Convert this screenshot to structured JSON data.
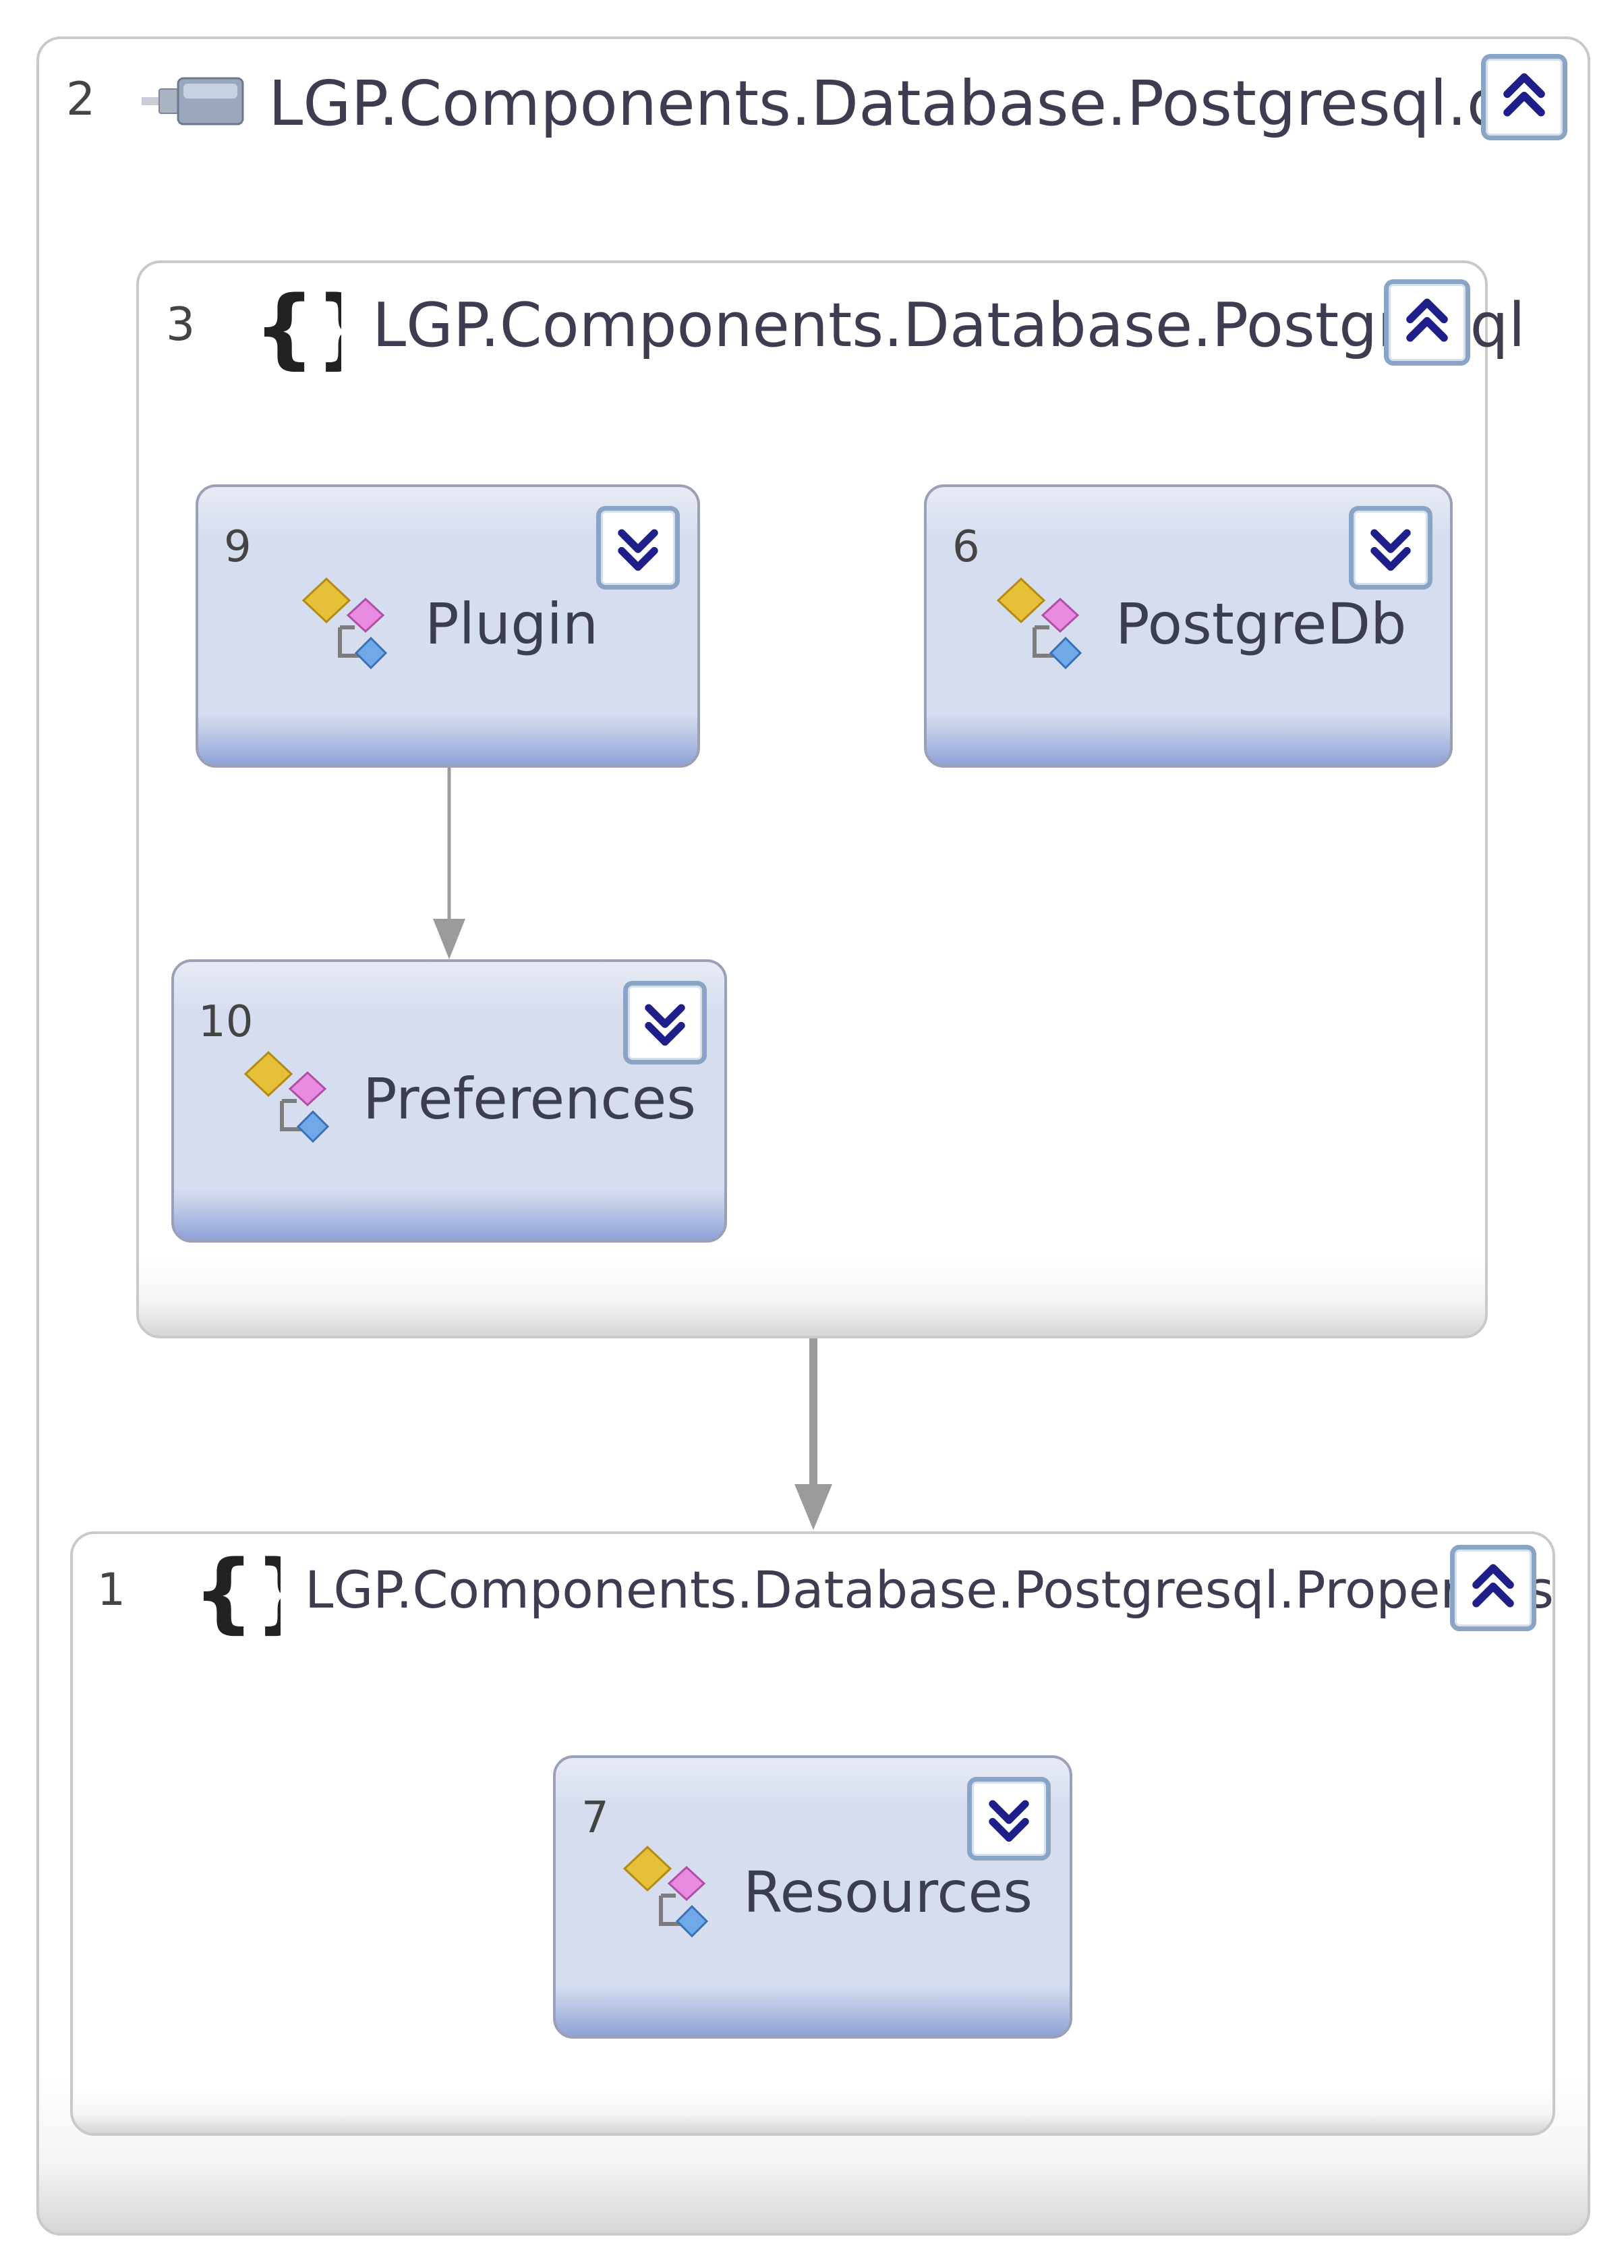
{
  "diagram": {
    "assembly": {
      "number": "2",
      "title": "LGP.Components.Database.Postgresql.dll",
      "icon": "assembly-icon",
      "toggle_icon": "collapse-up-icon"
    },
    "namespace_main": {
      "number": "3",
      "title": "LGP.Components.Database.Postgresql",
      "icon": "namespace-braces-icon",
      "toggle_icon": "collapse-up-icon",
      "classes": [
        {
          "number": "9",
          "name": "Plugin",
          "icon": "class-icon",
          "toggle_icon": "expand-down-icon"
        },
        {
          "number": "6",
          "name": "PostgreDb",
          "icon": "class-icon",
          "toggle_icon": "expand-down-icon"
        },
        {
          "number": "10",
          "name": "Preferences",
          "icon": "class-icon",
          "toggle_icon": "expand-down-icon"
        }
      ]
    },
    "namespace_properties": {
      "number": "1",
      "title": "LGP.Components.Database.Postgresql.Properties",
      "icon": "namespace-braces-icon",
      "toggle_icon": "collapse-up-icon",
      "classes": [
        {
          "number": "7",
          "name": "Resources",
          "icon": "class-icon",
          "toggle_icon": "expand-down-icon"
        }
      ]
    },
    "edges": [
      {
        "from": "Plugin",
        "to": "Preferences"
      },
      {
        "from": "LGP.Components.Database.Postgresql",
        "to": "LGP.Components.Database.Postgresql.Properties"
      }
    ],
    "colors": {
      "node_fill": "#d5ddee",
      "node_bottom": "#8ea2d6",
      "edge": "#9b9b9b",
      "toggle_arrow": "#1f1f8a"
    }
  }
}
